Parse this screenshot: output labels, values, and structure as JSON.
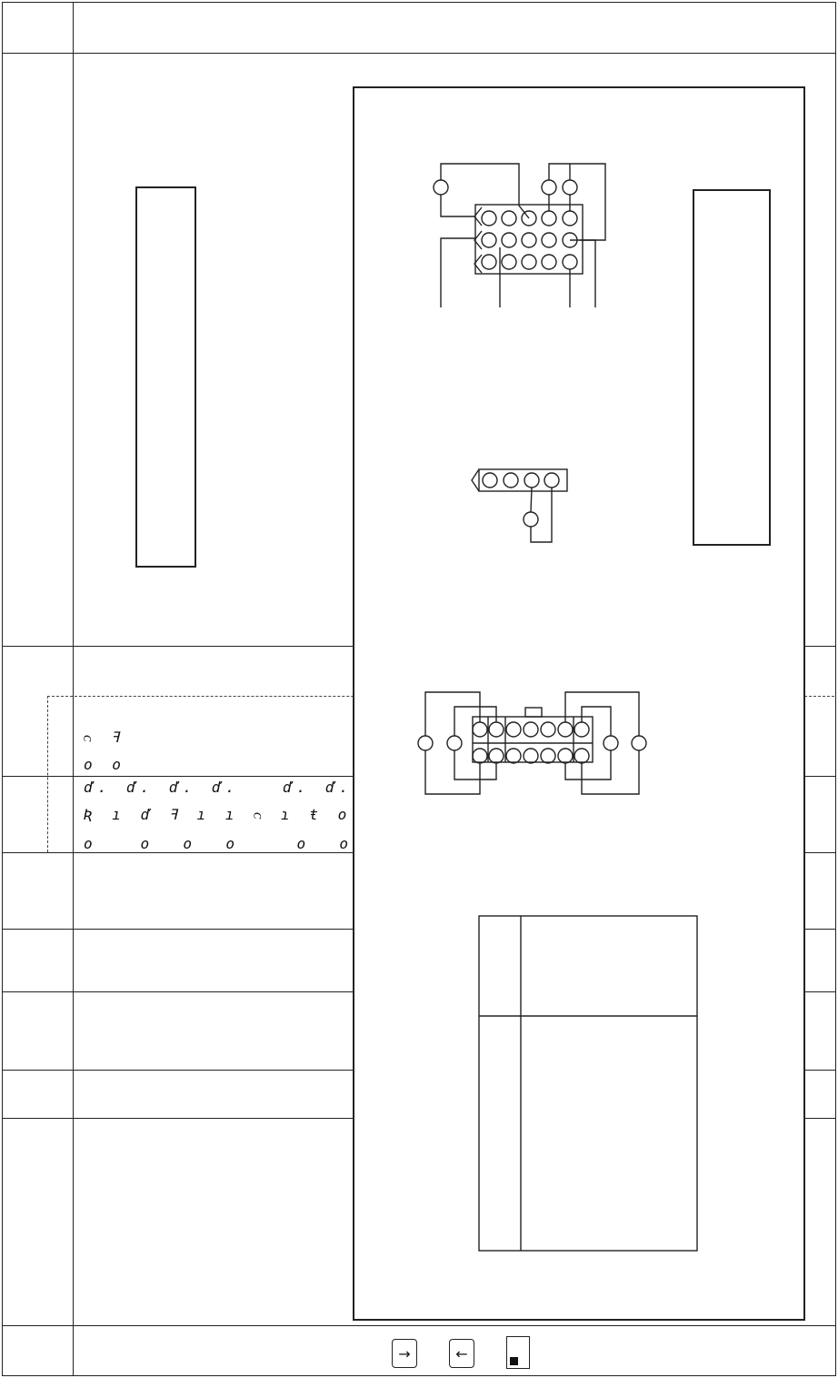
{
  "display_digits": {
    "row1": "ᴒ ꟻ",
    "row2": "o o",
    "row3": "ď. ď. ď. ď.   ď. ď. ď. ď. ď.",
    "row4": "Ʀ ı ď ꟻ ı ı ᴒ ɿ ŧ o Ꝑ",
    "row5": "o   o  o  o    o  o  o  o   o"
  },
  "footer": {
    "next_icon": "arrow-right-icon",
    "prev_icon": "arrow-left-icon",
    "page_indicator_icon": "page-indicator-icon"
  }
}
